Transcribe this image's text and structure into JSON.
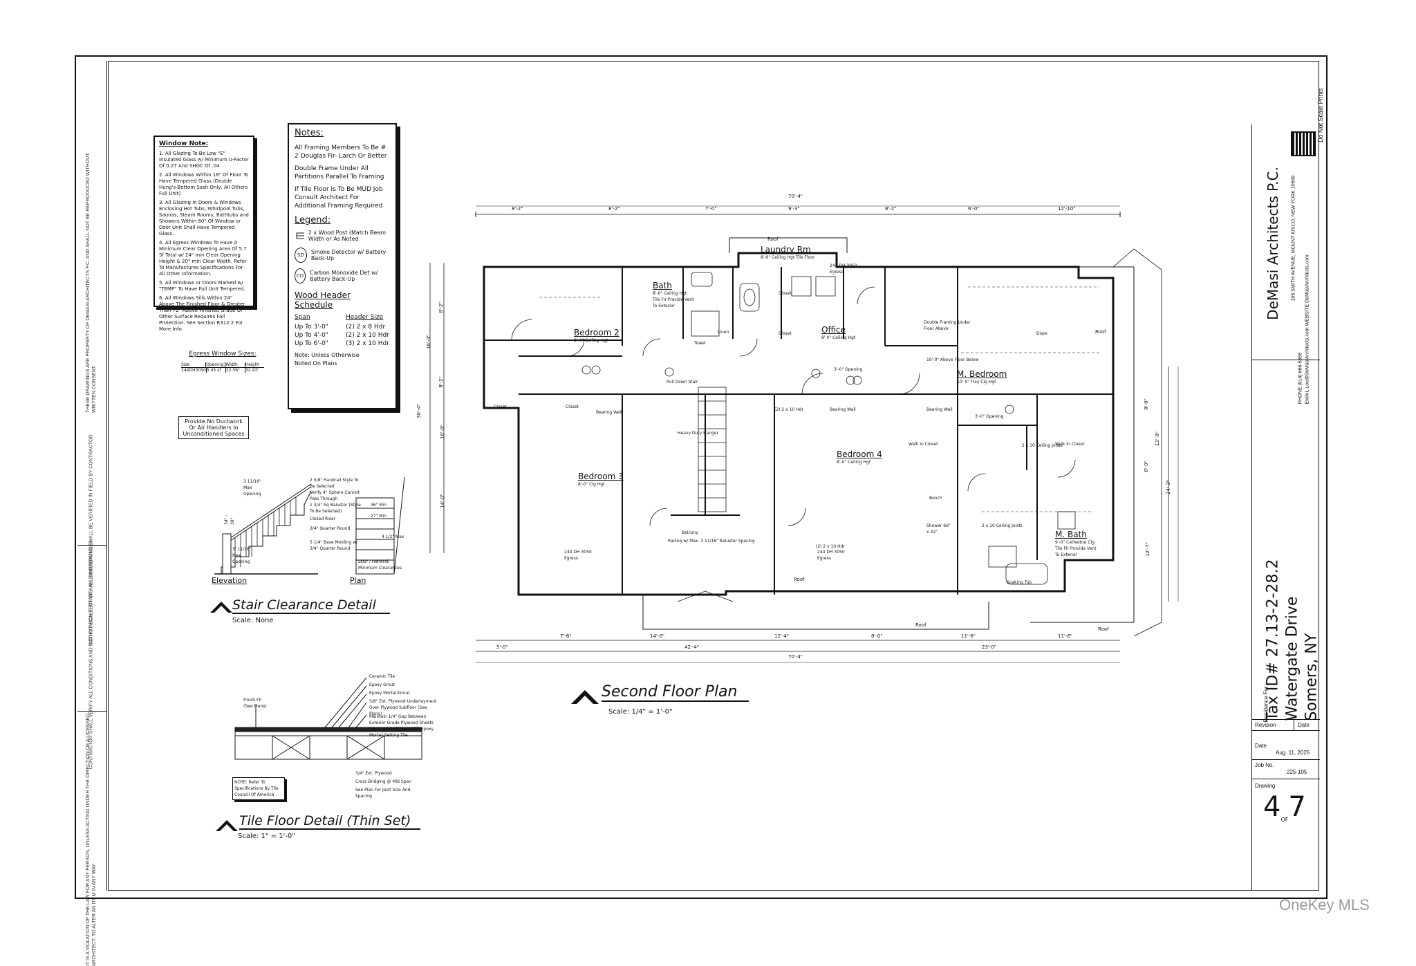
{
  "watermark": "OneKey MLS",
  "do_not_scale": "Do Not Scale Prints",
  "window_note": {
    "title": "Window Note:",
    "items": [
      "1. All Glazing To Be Low \"E\" Insulated Glass w/ Minimum U-Factor Of 0.27 And SHGC Of .04",
      "2. All Windows Within 18\" Of Floor To Have Tempered Glass (Double Hung's-Bottom Sash Only, All Others Full Unit)",
      "3. All Glazing In Doors & Windows Enclosing Hot Tubs, Whirlpool Tubs, Saunas, Steam Rooms, Bathtubs and Showers Within 60\" Of Window or Door Unit Shall Have Tempered Glass.",
      "4. All Egress Windows To Have A Minimum Clear Opening Area Of 5.7 Sf Total w/ 24\" min Clear Opening Height & 20\" min Clear Width. Refer To Manufactures Specifications For All Other Information.",
      "5. All Windows or Doors Marked w/ \"TEMP\" To Have Full Unit Tempered.",
      "6. All Windows Sills Within 24\" Above The Finished Floor & Greater Than 72\" Above Finished Grade Or Other Surface Requires Fall Protection. See Section R312.2 For More Info."
    ]
  },
  "notes": {
    "title": "Notes:",
    "items": [
      "All Framing Members To Be # 2 Douglas Fir- Larch Or Better",
      "Double Frame Under All Partitions Parallel To Framing",
      "If Tile Floor Is To Be MUD Job Consult Architect For Additional Framing Required"
    ],
    "legend_title": "Legend:",
    "legend": [
      {
        "label": "2 x Wood Post (Match Beam Width or As Noted",
        "symbol": ""
      },
      {
        "label": "Smoke Detector w/ Battery Back-Up",
        "symbol": "SD"
      },
      {
        "label": "Carbon Monoxide Det w/ Battery Back-Up",
        "symbol": "CD"
      }
    ],
    "header_title": "Wood Header Schedule",
    "header_cols": [
      "Span",
      "Header Size"
    ],
    "header_rows": [
      [
        "Up To 3'-0\"",
        "(2) 2 x 8 Hdr"
      ],
      [
        "Up To 4'-0\"",
        "(2) 2 x 10 Hdr"
      ],
      [
        "Up To 6'-0\"",
        "(3) 2 x 10 Hdr"
      ]
    ],
    "header_note": "Note: Unless Otherwise Noted On Plans"
  },
  "egress": {
    "title": "Egress Window Sizes:",
    "cols": [
      "Size",
      "Opening",
      "Width",
      "Height"
    ],
    "row": [
      "244DH3050",
      "5.45 sf",
      "32.56\"",
      "32.93\""
    ]
  },
  "duct_note": "Provide No Ductwork Or Air Handlers In Unconditioned Spaces",
  "stair": {
    "title": "Stair Clearance Detail",
    "scale": "Scale: None",
    "elevation": "Elevation",
    "plan": "Plan",
    "notes": [
      "2 5/8\" Handrail Style To Be Selected",
      "Verify 4\" Sphere Cannot Pass Through",
      "1 3/4\" Sq Baluster (Style To Be Selected)",
      "Closed Riser",
      "3/4\" Quarter Round",
      "5 1/4\" Base Molding w/ 3/4\" Quarter Round"
    ],
    "left_notes": [
      "3 11/16\" Max Opening",
      "34\" - 38\"",
      "3' 11/16\" Max Opening"
    ],
    "plan_notes": [
      "36\" Min",
      "27\" Min",
      "4 1/2\" Max",
      "Stair / Handrail Minimum Clearances"
    ]
  },
  "tile": {
    "title": "Tile Floor Detail (Thin Set)",
    "scale": "Scale: 1\" = 1'-0\"",
    "finish": "Finish Flr (See Plans)",
    "layers": [
      "Ceramic Tile",
      "Epoxy Grout",
      "Epoxy Mortar/Grout",
      "5/8\" Ext. Plywood Underlayment Over Plywood Subfloor (See Plans)",
      "Maintain 1/4\" Gap Between Exterior Grade Plywood Sheets (Top Layer) Fill Gap With Epoxy Mortar Setting Tile",
      "3/4\" Ext. Plywood",
      "Cross Bridging @ Mid Span",
      "See Plan For Joist Size And Spacing"
    ],
    "note": "NOTE: Refer To Specifications By Tile Council Of America"
  },
  "plan": {
    "title": "Second Floor Plan",
    "scale": "Scale: 1/4\" = 1'-0\"",
    "overall_top": "70'-4\"",
    "overall_bottom": "70'-4\"",
    "top_dims": [
      "8'-2\"",
      "8'-2\"",
      "7'-0\"",
      "9'-3\"",
      "8'-2\"",
      "6'-0\"",
      "12'-10\""
    ],
    "bottom_dims": [
      "7'-6\"",
      "14'-0\"",
      "12'-4\"",
      "8'-0\"",
      "11'-6\"",
      "11'-6\""
    ],
    "bottom_dims2": [
      "5'-0\"",
      "42'-4\"",
      "23'-0\""
    ],
    "left_dims": [
      "8'-2\"",
      "16'-4\"",
      "8'-2\"",
      "30'-4\"",
      "16'-0\"",
      "14'-0\""
    ],
    "right_dims": [
      "8'-0\"",
      "12'-0\"",
      "6'-0\"",
      "24'-3\"",
      "12'-7\""
    ],
    "rooms": [
      {
        "name": "Bedroom 2",
        "sub": "8'-0\" Ceiling Hgt"
      },
      {
        "name": "Bath",
        "sub": "8'-0\" Ceiling Hgt Tile Flr Provide Vent To Exterior"
      },
      {
        "name": "Laundry Rm",
        "sub": "8'-0\" Ceiling Hgt Tile Floor"
      },
      {
        "name": "Office",
        "sub": "8'-0\" Ceiling Hgt"
      },
      {
        "name": "M. Bedroom",
        "sub": "10'-0\" Tray Clg Hgt"
      },
      {
        "name": "Bedroom 3",
        "sub": "8'-0\" Clg Hgt"
      },
      {
        "name": "Bedroom 4",
        "sub": "8'-0\" Ceiling Hgt"
      },
      {
        "name": "M. Bath",
        "sub": "9'-0\" Cathedral Clg Tile Flr Provide Vent To Exterior"
      }
    ],
    "labels": {
      "roof": "Roof",
      "closet": "Closet",
      "egress": "244 DH 3050 Egress",
      "hdr": "(2) 2 x 10 Hdr",
      "bearing": "Bearing Wall",
      "pull_down": "Pull Down Stair",
      "railing": "Railing w/ Max. 3 11/16\" Baluster Spacing",
      "balcony": "Balcony",
      "walk_in": "Walk In Closet",
      "bench": "Bench",
      "shower": "Shower 66\" x 42\"",
      "tub": "Soaking Tub",
      "joists": "2 x 10 Ceiling Joists",
      "towel": "Towel",
      "linen": "Linen",
      "double_framing": "Double Framing Under Floor Above",
      "above_floor": "10'-0\" Above Floor Below",
      "opening": "3'-0\" Opening",
      "slope": "Slope",
      "heavy_duty": "Heavy Duty Hanger"
    }
  },
  "title_block": {
    "firm": "DeMasi Architects P.C.",
    "address": "105 SMITH AVENUE, MOUNT KISCO, NEW YORK 10549",
    "phone": "PHONE (914) 666-5856",
    "email": "EMAIL  Lou@DeMasiArchitects.com   WEBSITE  DeMasiArchitects.com",
    "residence_for": "Residence For",
    "tax_id": "Tax ID# 27.13-2-28.2",
    "street": "Watergate Drive",
    "town": "Somers, NY",
    "revision": "Revision",
    "date_label": "Date",
    "date": "Aug. 11, 2025",
    "job_label": "Job No.",
    "job": "225-105",
    "drawing_label": "Drawing",
    "drawing_num": "4",
    "drawing_of": "OF",
    "drawing_total": "7"
  },
  "side_notes": [
    "THESE DRAWINGS ARE PROPERTY OF DEMASI ARCHITECTS P.C. AND SHALL NOT BE REPRODUCED WITHOUT WRITTEN CONSENT",
    "DO NOT SCALE PRINTS. ALL DIMENSIONS SHALL BE VERIFIED IN FIELD BY CONTRACTOR",
    "CONTRACTOR SHALL VERIFY ALL CONDITIONS AND NOTIFY ARCHITECT OF ANY DISCREPANCIES",
    "IT IS A VIOLATION OF THE LAW FOR ANY PERSON, UNLESS ACTING UNDER THE DIRECTION OF A LICENSED ARCHITECT, TO ALTER AN ITEM IN ANY WAY"
  ]
}
